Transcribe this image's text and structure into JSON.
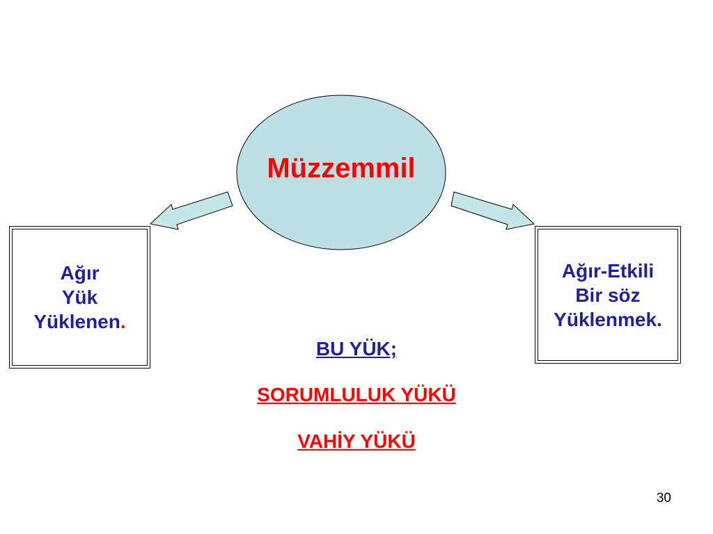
{
  "center": {
    "label": "Müzzemmil"
  },
  "left_box": {
    "line1": "Ağır",
    "line2": "Yük",
    "line3": "Yüklenen",
    "punct": "."
  },
  "right_box": {
    "line1": "Ağır-Etkili",
    "line2": "Bir söz",
    "line3": "Yüklenmek."
  },
  "center_text": {
    "line1": "BU YÜK;",
    "line2": "SORUMLULUK YÜKÜ",
    "line3": "VAHİY YÜKÜ"
  },
  "page_number": "30",
  "colors": {
    "ellipse_fill": "#bde0e4",
    "arrow_fill": "#c4e6e9",
    "title_red": "#ff0000",
    "text_blue": "#1f1f9f"
  }
}
